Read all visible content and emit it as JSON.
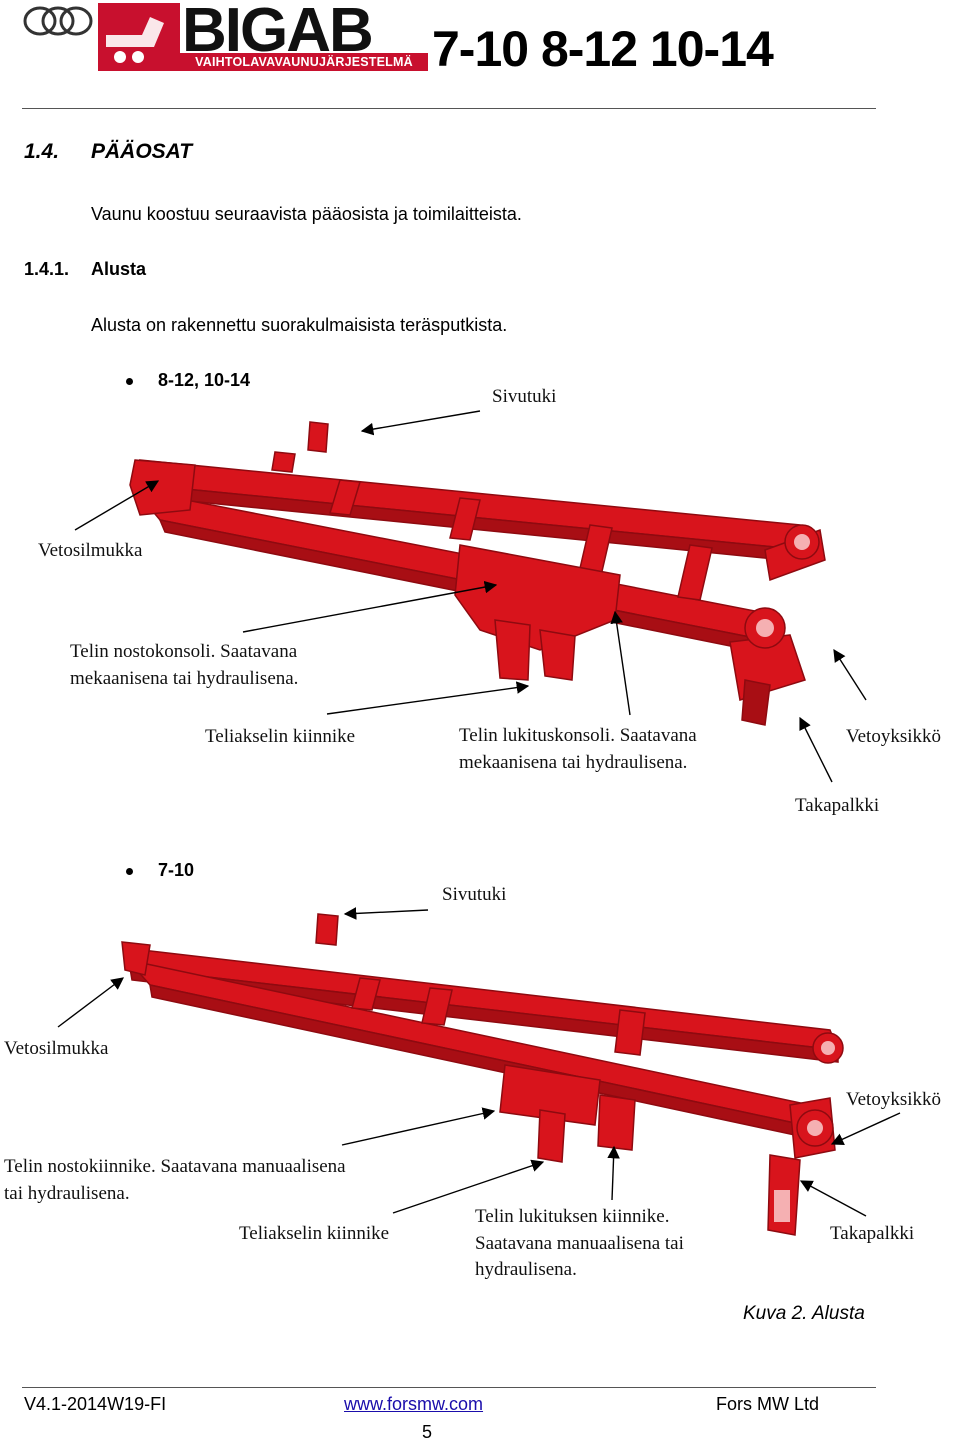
{
  "header": {
    "brand": "BIGAB",
    "brand_tagline": "VAIHTOLAVAVAUNUJÄRJESTELMÄ",
    "models": "7-10  8-12  10-14"
  },
  "section": {
    "number": "1.4.",
    "title": "PÄÄOSAT",
    "intro": "Vaunu koostuu seuraavista pääosista ja toimilaitteista.",
    "sub_number": "1.4.1.",
    "sub_title": "Alusta",
    "sub_text": "Alusta on rakennettu suorakulmaisista teräsputkista."
  },
  "figure_a": {
    "bullet": "8-12,  10-14",
    "labels": {
      "sivutuki": "Sivutuki",
      "vetosilmukka": "Vetosilmukka",
      "telin_nosto_1": "Telin nostokonsoli. Saatavana",
      "telin_nosto_2": "mekaanisena tai hydraulisena.",
      "teliakseli": "Teliakselin kiinnike",
      "telin_lukitus_1": "Telin lukituskonsoli. Saatavana",
      "telin_lukitus_2": "mekaanisena tai hydraulisena.",
      "vetoyksikko": "Vetoyksikkö",
      "takapalkki": "Takapalkki"
    }
  },
  "figure_b": {
    "bullet": "7-10",
    "labels": {
      "sivutuki": "Sivutuki",
      "vetosilmukka": "Vetosilmukka",
      "vetoyksikko": "Vetoyksikkö",
      "telin_nosto_1": "Telin nostokiinnike. Saatavana manuaalisena",
      "telin_nosto_2": "tai hydraulisena.",
      "teliakseli": "Teliakselin kiinnike",
      "telin_lukitus_1": "Telin lukituksen kiinnike.",
      "telin_lukitus_2": "Saatavana manuaalisena tai",
      "telin_lukitus_3": "hydraulisena.",
      "takapalkki": "Takapalkki"
    }
  },
  "caption": "Kuva 2. Alusta",
  "footer": {
    "version": "V4.1-2014W19-FI",
    "link": "www.forsmw.com",
    "company": "Fors MW Ltd",
    "page": "5"
  },
  "colors": {
    "frame_red": "#d8141c",
    "brand_red": "#c8102e"
  }
}
